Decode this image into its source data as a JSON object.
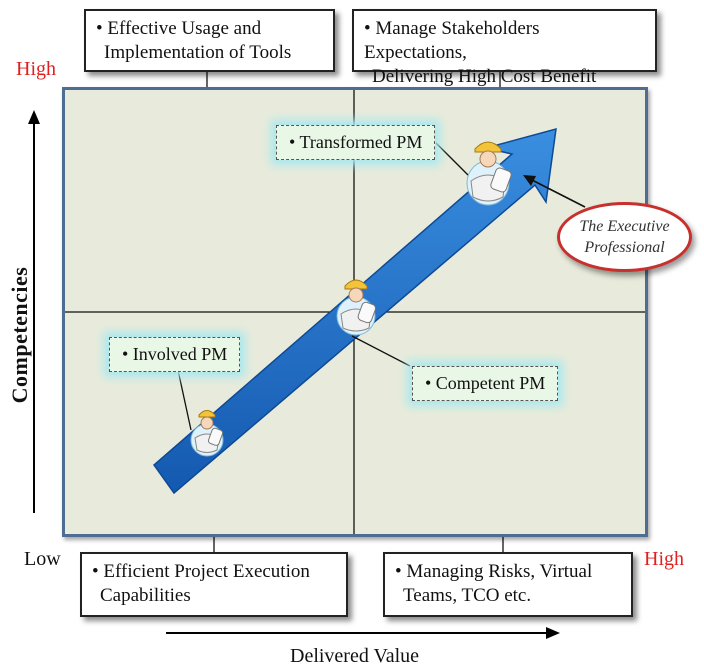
{
  "top_boxes": [
    {
      "line1": "• Effective Usage and",
      "line2": "Implementation of Tools"
    },
    {
      "line1": "• Manage Stakeholders Expectations,",
      "line2": "Delivering High Cost Benefit Ratios"
    }
  ],
  "bottom_boxes": [
    {
      "line1": "• Efficient Project Execution",
      "line2": "Capabilities"
    },
    {
      "line1": "• Managing Risks, Virtual",
      "line2": "Teams, TCO etc."
    }
  ],
  "labels": {
    "transformed": "• Transformed PM",
    "involved": "• Involved PM",
    "competent": "• Competent PM",
    "executive_line1": "The Executive",
    "executive_line2": "Professional"
  },
  "axis": {
    "y_title": "Competencies",
    "x_title": "Delivered Value",
    "high_y": "High",
    "high_x": "High",
    "low": "Low"
  },
  "colors": {
    "plot_bg": "#e8ebdb",
    "plot_border": "#4f6d92",
    "arrow": "#1e6ec8",
    "high_text": "#e0201e",
    "oval_border": "#c8302e",
    "label_glow": "#a8e8ef"
  },
  "icons": [
    "engineer-figure-icon",
    "engineer-figure-icon",
    "engineer-figure-icon"
  ]
}
